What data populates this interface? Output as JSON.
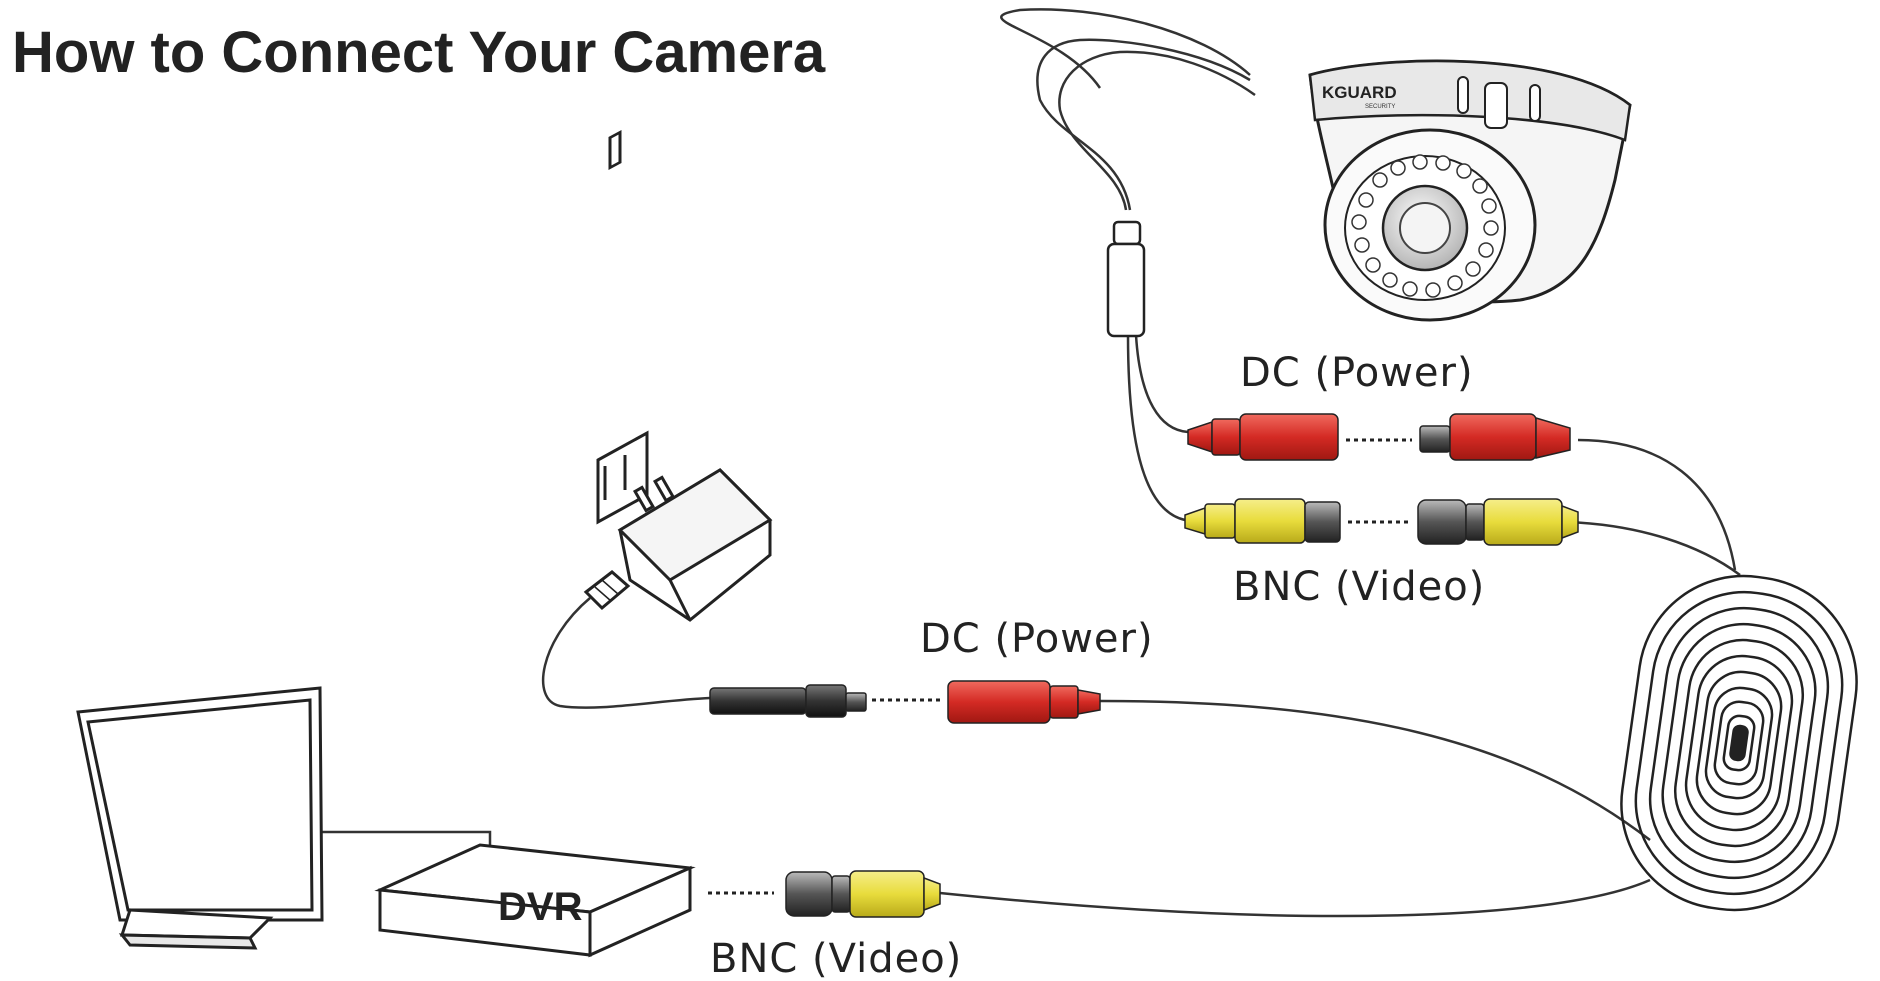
{
  "title": "How to Connect Your Camera",
  "labels": {
    "dc_power_top": "DC (Power)",
    "bnc_video_top": "BNC (Video)",
    "dc_power_middle": "DC (Power)",
    "bnc_video_bottom": "BNC (Video)"
  },
  "devices": {
    "dvr_label": "DVR",
    "camera_brand": "KGUARD",
    "camera_brand_sub": "SECURITY"
  },
  "colors": {
    "dc_connector": "#d42a24",
    "bnc_connector": "#e8dc3c",
    "adapter_plug": "#333333",
    "outline": "#222222"
  }
}
